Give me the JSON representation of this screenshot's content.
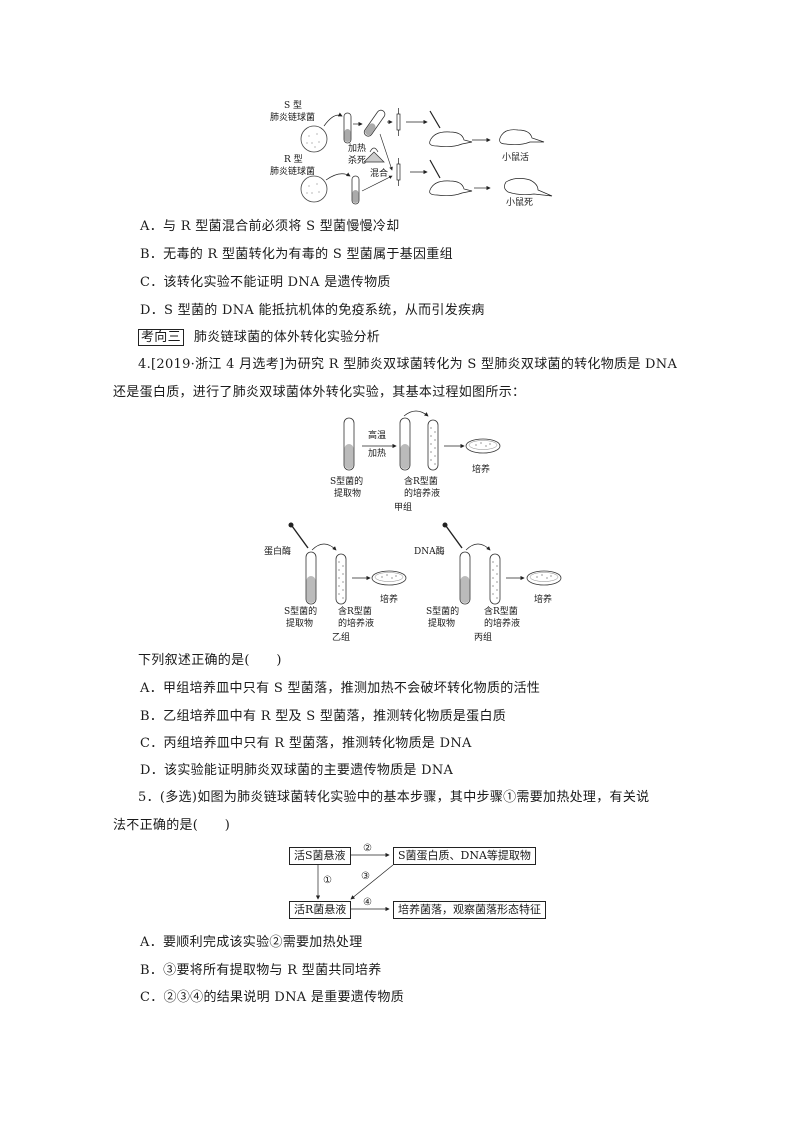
{
  "figure1": {
    "s_label_1": "S 型",
    "s_label_2": "肺炎链球菌",
    "r_label_1": "R 型",
    "r_label_2": "肺炎链球菌",
    "heat_1": "加热",
    "heat_2": "杀死",
    "mix": "混合",
    "mouse_alive": "小鼠活",
    "mouse_dead": "小鼠死"
  },
  "q3_options": [
    {
      "letter": "A．",
      "text": "与 R 型菌混合前必须将 S 型菌慢慢冷却"
    },
    {
      "letter": "B．",
      "text": "无毒的 R 型菌转化为有毒的 S 型菌属于基因重组"
    },
    {
      "letter": "C．",
      "text": "该转化实验不能证明 DNA 是遗传物质"
    },
    {
      "letter": "D．",
      "text": "S 型菌的 DNA 能抵抗机体的免疫系统，从而引发疾病"
    }
  ],
  "section": {
    "tag": "考向三",
    "title": "肺炎链球菌的体外转化实验分析"
  },
  "q4": {
    "line1": "4.[2019·浙江 4 月选考]为研究 R 型肺炎双球菌转化为 S 型肺炎双球菌的转化物质是 DNA",
    "line2": "还是蛋白质，进行了肺炎双球菌体外转化实验，其基本过程如图所示：",
    "stem": "下列叙述正确的是(　　)",
    "options": [
      {
        "letter": "A．",
        "text": "甲组培养皿中只有 S 型菌落，推测加热不会破坏转化物质的活性"
      },
      {
        "letter": "B．",
        "text": "乙组培养皿中有 R 型及 S 型菌落，推测转化物质是蛋白质"
      },
      {
        "letter": "C．",
        "text": "丙组培养皿中只有 R 型菌落，推测转化物质是 DNA"
      },
      {
        "letter": "D．",
        "text": "该实验能证明肺炎双球菌的主要遗传物质是 DNA"
      }
    ]
  },
  "figure2": {
    "jia": {
      "heat_1": "高温",
      "heat_2": "加热",
      "tube1_1": "S型菌的",
      "tube1_2": "提取物",
      "tube2_1": "含R型菌",
      "tube2_2": "的培养液",
      "culture": "培养",
      "group": "甲组"
    },
    "yi": {
      "enzyme": "蛋白酶",
      "tube1_1": "S型菌的",
      "tube1_2": "提取物",
      "tube2_1": "含R型菌",
      "tube2_2": "的培养液",
      "culture": "培养",
      "group": "乙组"
    },
    "bing": {
      "enzyme": "DNA酶",
      "tube1_1": "S型菌的",
      "tube1_2": "提取物",
      "tube2_1": "含R型菌",
      "tube2_2": "的培养液",
      "culture": "培养",
      "group": "丙组"
    }
  },
  "q5": {
    "line1": "5．(多选)如图为肺炎链球菌转化实验中的基本步骤，其中步骤①需要加热处理，有关说",
    "line2": "法不正确的是(　　)",
    "options": [
      {
        "letter": "A．",
        "text": "要顺利完成该实验②需要加热处理"
      },
      {
        "letter": "B．",
        "text": "③要将所有提取物与 R 型菌共同培养"
      },
      {
        "letter": "C．",
        "text": "②③④的结果说明 DNA 是重要遗传物质"
      }
    ]
  },
  "figure3": {
    "box_live_s": "活S菌悬液",
    "box_extract": "S菌蛋白质、DNA等提取物",
    "box_live_r": "活R菌悬液",
    "box_culture": "培养菌落，观察菌落形态特征",
    "step1": "①",
    "step2": "②",
    "step3": "③",
    "step4": "④"
  }
}
